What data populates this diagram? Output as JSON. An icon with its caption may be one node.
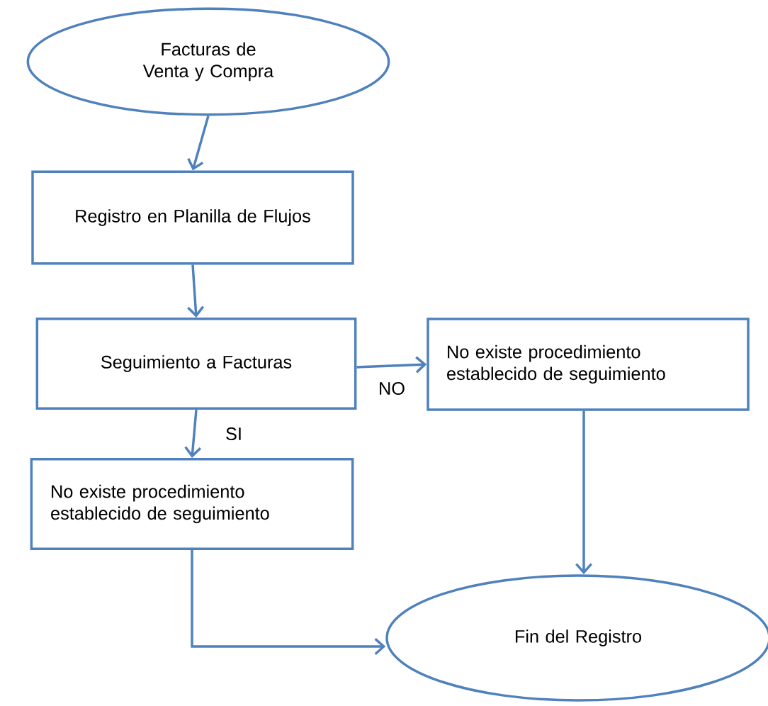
{
  "diagram": {
    "nodes": [
      {
        "text": [
          "Facturas de Venta y Compra"
        ]
      },
      {
        "text": [
          "Registro en Planilla de Flujos"
        ]
      },
      {
        "text": [
          "Seguimiento a Facturas"
        ]
      },
      {
        "text": [
          "No existe procedimiento establecido de seguimiento"
        ]
      },
      {
        "text": [
          "No existe procedimiento establecido de seguimiento"
        ]
      },
      {
        "text": [
          "Fin del Registro"
        ]
      }
    ],
    "edges": [
      {
        "from": 0,
        "to": 1,
        "arrow": "to"
      },
      {
        "from": 1,
        "to": 2,
        "arrow": "to"
      },
      {
        "from": 2,
        "to": 3,
        "arrow": "to",
        "label": "NO"
      },
      {
        "from": 2,
        "to": 4,
        "arrow": "to",
        "label": "SI"
      },
      {
        "from": 3,
        "to": 5,
        "arrow": "to"
      },
      {
        "from": 4,
        "to": 5,
        "arrow": "to"
      }
    ]
  }
}
